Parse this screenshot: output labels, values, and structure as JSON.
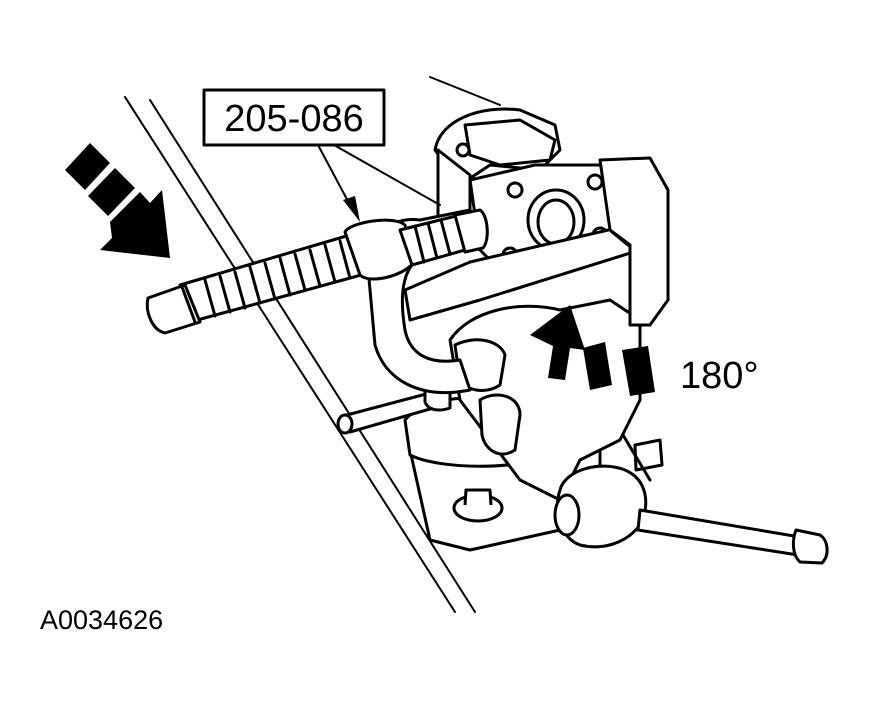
{
  "tool_number": "205-086",
  "rotation_label": "180°",
  "figure_id": "A0034626",
  "colors": {
    "line": "#000000",
    "background": "#ffffff"
  }
}
